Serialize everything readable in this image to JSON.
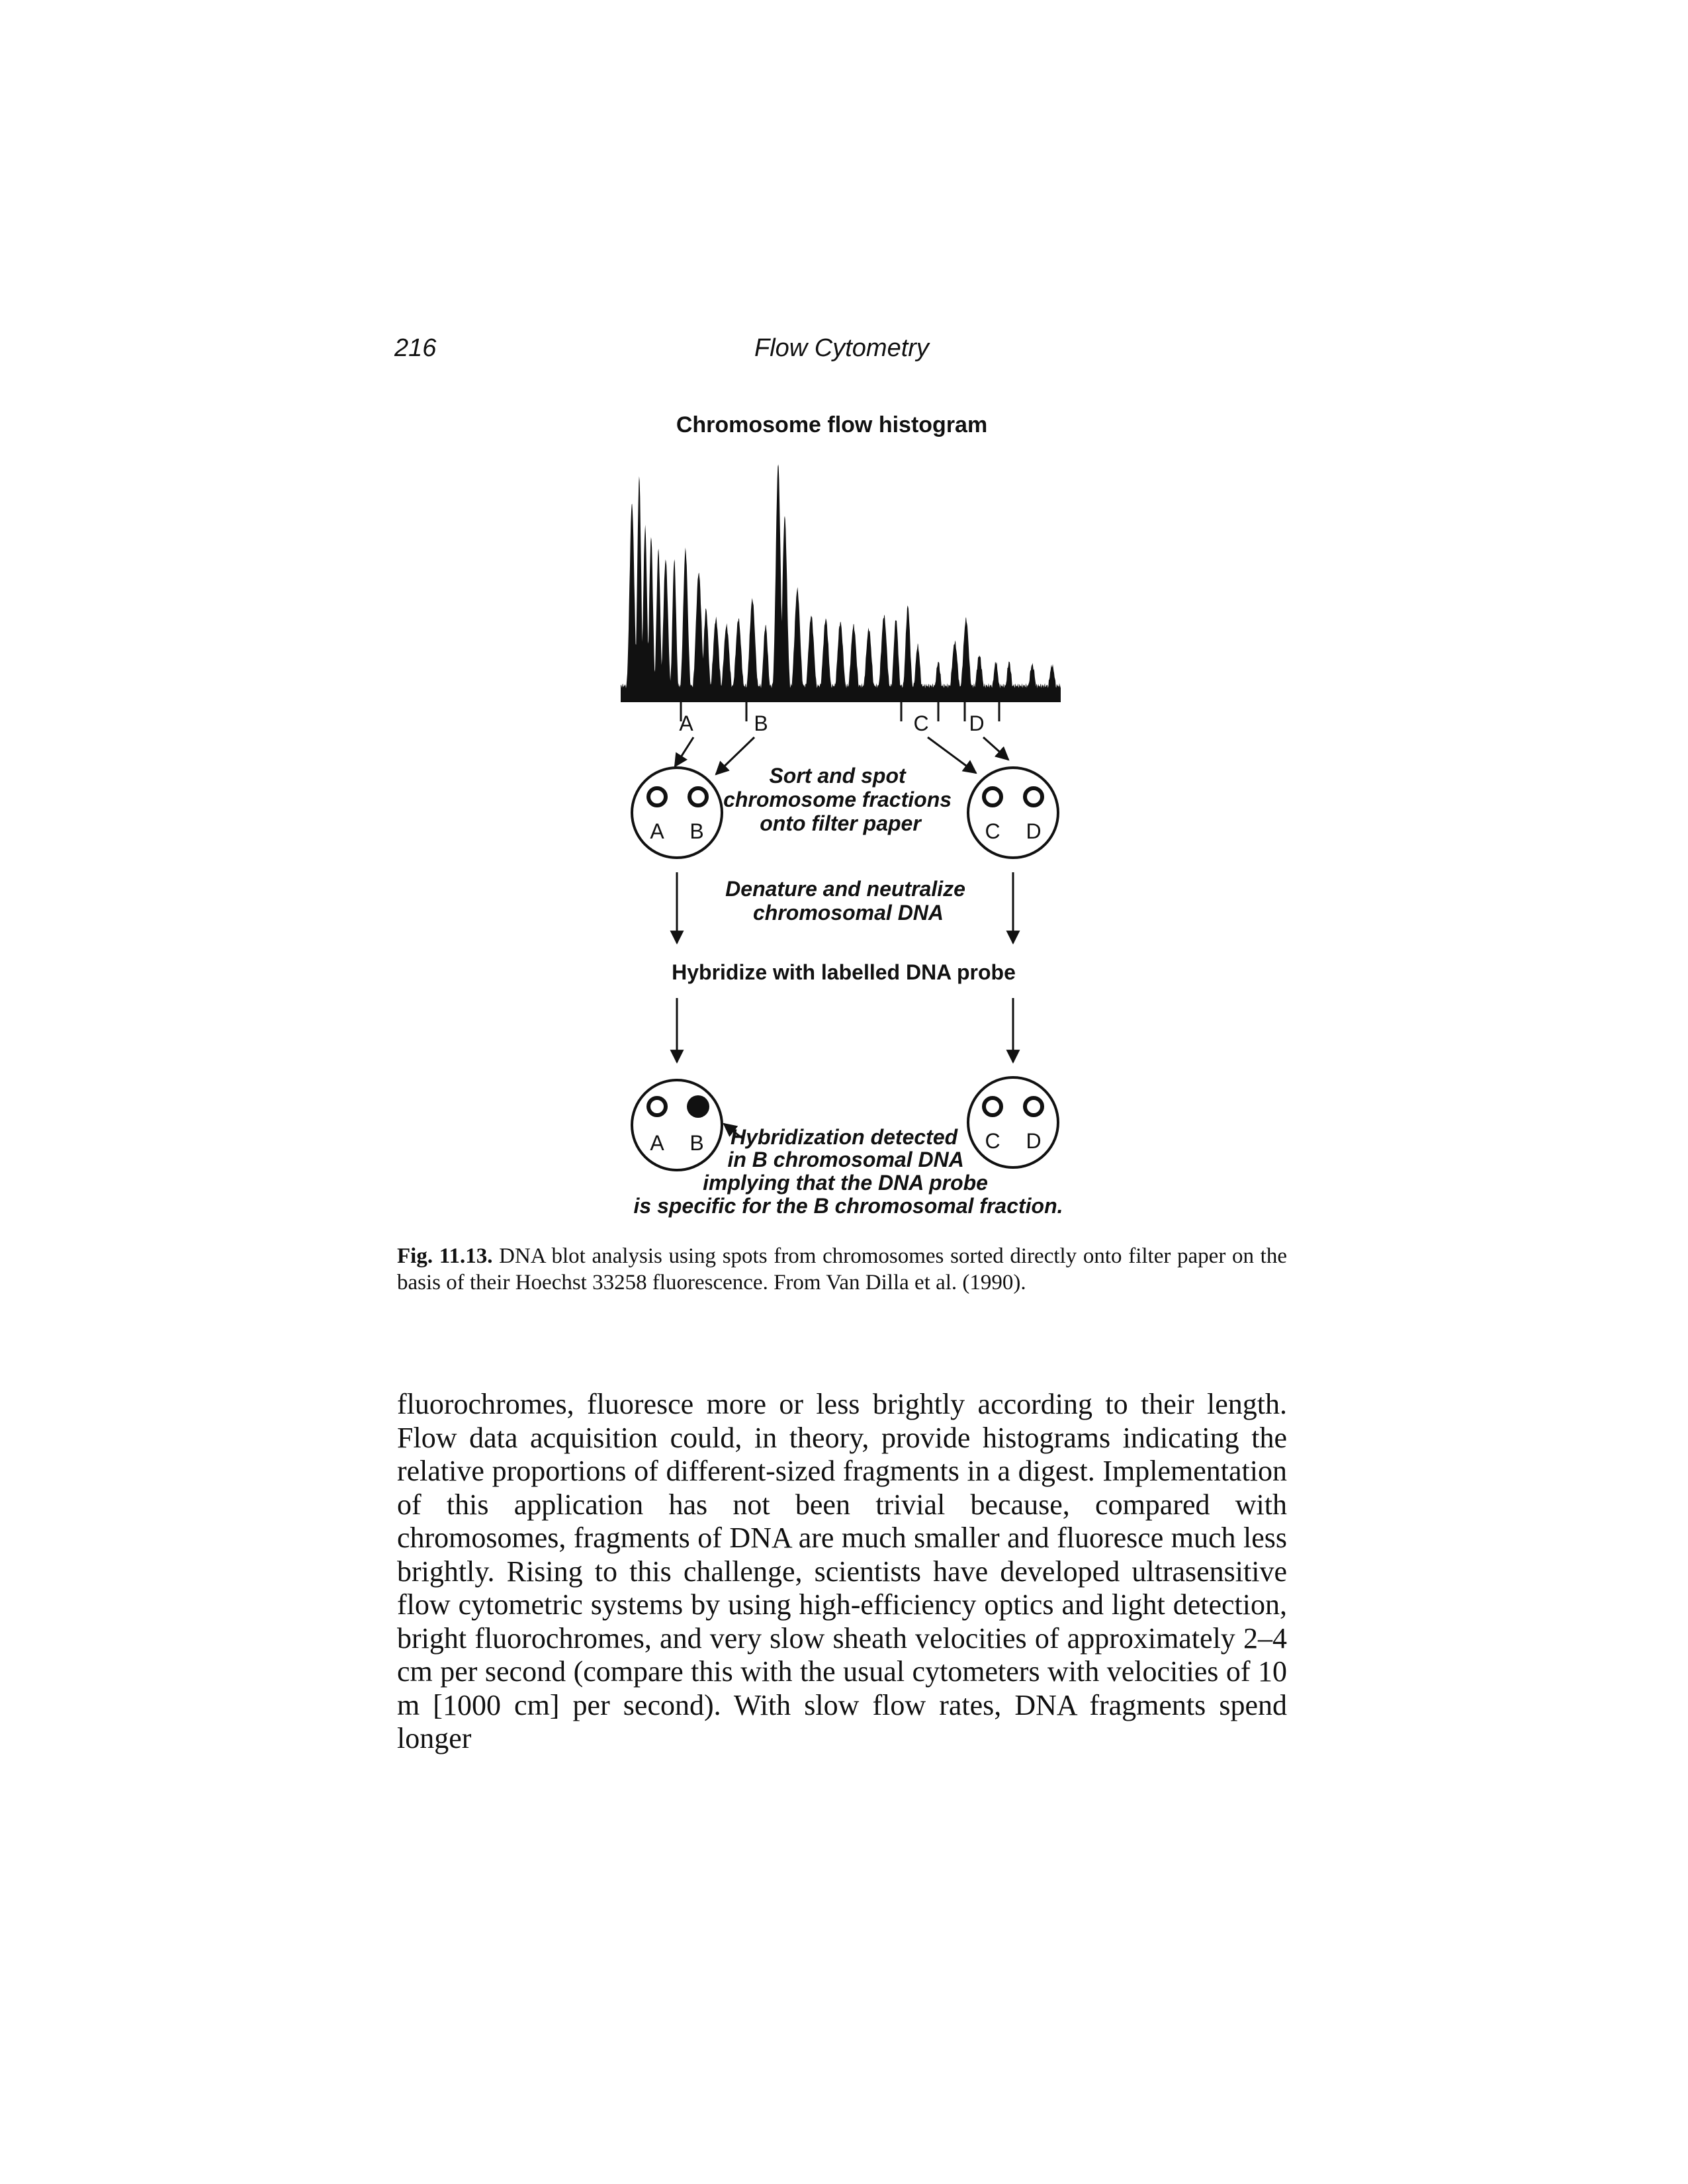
{
  "header": {
    "page_number": "216",
    "running_title": "Flow Cytometry"
  },
  "figure": {
    "histogram_title": "Chromosome flow histogram",
    "marker_labels": [
      "A",
      "B",
      "C",
      "D"
    ],
    "sort_step_text": [
      "Sort and spot",
      "chromosome fractions",
      "onto filter paper"
    ],
    "denature_step_text": [
      "Denature and neutralize",
      "chromosomal DNA"
    ],
    "hybridize_step_text": "Hybridize with labelled DNA probe",
    "filter_left_labels": [
      "A",
      "B"
    ],
    "filter_right_labels": [
      "C",
      "D"
    ],
    "result_annotation": [
      "Hybridization detected",
      "in B chromosomal DNA",
      "implying that the DNA probe",
      "is specific for the B chromosomal fraction."
    ]
  },
  "caption": {
    "label": "Fig. 11.13.",
    "text": "DNA blot analysis using spots from chromosomes sorted directly onto filter paper on the basis of their Hoechst 33258 fluorescence. From Van Dilla et al. (1990)."
  },
  "body_text": "fluorochromes, fluoresce more or less brightly according to their length. Flow data acquisition could, in theory, provide histograms indicating the relative proportions of different-sized fragments in a digest. Implementation of this application has not been trivial because, compared with chromosomes, fragments of DNA are much smaller and fluoresce much less brightly. Rising to this challenge, scientists have developed ultrasensitive flow cytometric systems by using high-efficiency optics and light detection, bright fluorochromes, and very slow sheath velocities of approximately 2–4 cm per second (compare this with the usual cytometers with velocities of 10 m [1000 cm] per second). With slow flow rates, DNA fragments spend longer"
}
